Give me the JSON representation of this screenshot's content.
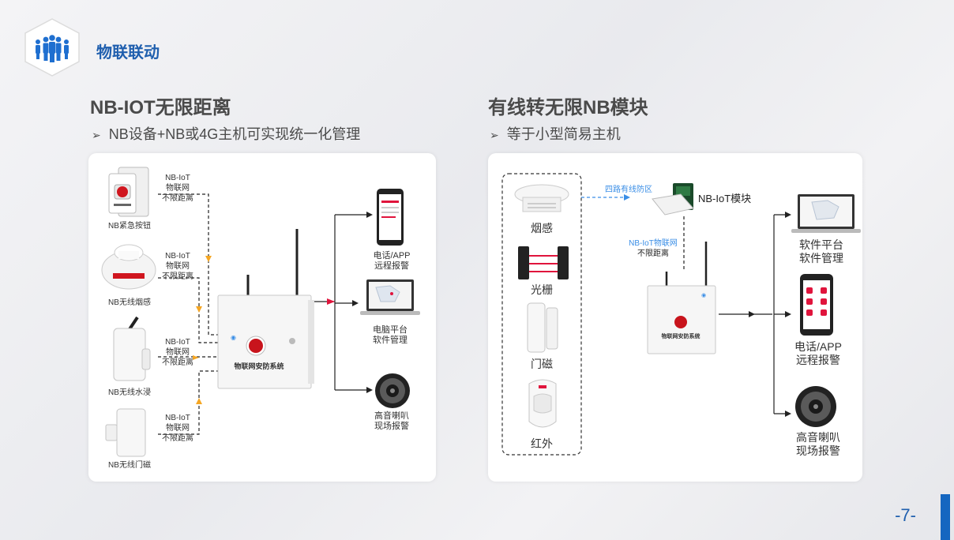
{
  "header": {
    "title": "物联联动",
    "logo_icon": "people-group-icon"
  },
  "left": {
    "heading": "NB-IOT无限距离",
    "bullet_symbol": "➢",
    "bullet": "NB设备+NB或4G主机可实现统一化管理",
    "network_label": [
      "NB-IoT",
      "物联网",
      "不限距离"
    ],
    "devices": [
      {
        "label": "NB紧急按钮",
        "icon": "emergency-button-icon"
      },
      {
        "label": "NB无线烟感",
        "icon": "smoke-detector-icon"
      },
      {
        "label": "NB无线水浸",
        "icon": "water-sensor-icon"
      },
      {
        "label": "NB无线门磁",
        "icon": "door-magnet-icon"
      }
    ],
    "host_label": "物联网安防系统",
    "outputs": [
      {
        "line1": "电话/APP",
        "line2": "远程报警",
        "icon": "smartphone-icon"
      },
      {
        "line1": "电脑平台",
        "line2": "软件管理",
        "icon": "laptop-icon"
      },
      {
        "line1": "高音喇叭",
        "line2": "现场报警",
        "icon": "speaker-icon"
      }
    ]
  },
  "right": {
    "heading": "有线转无限NB模块",
    "bullet_symbol": "➢",
    "bullet": "等于小型简易主机",
    "sensors": [
      {
        "label": "烟感",
        "icon": "smoke-detector-icon"
      },
      {
        "label": "光栅",
        "icon": "light-grating-icon"
      },
      {
        "label": "门磁",
        "icon": "door-magnet-icon"
      },
      {
        "label": "红外",
        "icon": "infrared-sensor-icon"
      }
    ],
    "wired_label": "四路有线防区",
    "module_label": "NB-IoT模块",
    "network_line1": "NB-IoT物联网",
    "network_line2": "不限距离",
    "host_label": "物联网安防系统",
    "outputs": [
      {
        "line1": "软件平台",
        "line2": "软件管理",
        "icon": "laptop-icon"
      },
      {
        "line1": "电话/APP",
        "line2": "远程报警",
        "icon": "smartphone-icon"
      },
      {
        "line1": "高音喇叭",
        "line2": "现场报警",
        "icon": "speaker-icon"
      }
    ]
  },
  "footer": {
    "page_number": "-7-"
  },
  "colors": {
    "brand_blue": "#1f5fae",
    "accent_red": "#e0143c",
    "arrow_orange": "#f5a623",
    "link_blue": "#3a8ee6"
  }
}
